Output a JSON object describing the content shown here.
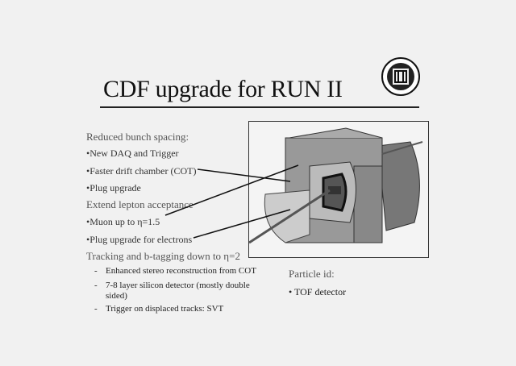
{
  "slide": {
    "title": "CDF upgrade for RUN II",
    "sections": [
      {
        "heading": "Reduced bunch spacing:",
        "items": [
          "•New DAQ and Trigger",
          "•Faster drift chamber (COT)",
          "•Plug upgrade"
        ]
      },
      {
        "heading": "Extend lepton acceptance",
        "items": [
          "•Muon up to η=1.5",
          "•Plug upgrade for electrons"
        ]
      },
      {
        "heading": "Tracking and b-tagging down to η=2",
        "items": [
          "Enhanced stereo reconstruction from COT",
          "7-8 layer silicon detector (mostly double",
          "sided)",
          "Trigger on displaced tracks: SVT"
        ]
      },
      {
        "heading": "Particle id:",
        "items": [
          "• TOF detector"
        ]
      }
    ],
    "dash": "-"
  }
}
